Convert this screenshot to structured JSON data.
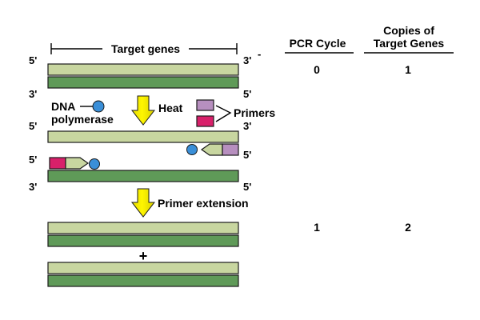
{
  "diagram": {
    "header": {
      "target_genes": "Target genes",
      "pcr_cycle": "PCR Cycle",
      "copies_line1": "Copies of",
      "copies_line2": "Target Genes"
    },
    "ends": {
      "five_prime": "5'",
      "three_prime": "3'",
      "dash": "-"
    },
    "labels": {
      "dna": "DNA",
      "polymerase": "polymerase",
      "heat": "Heat",
      "primers": "Primers",
      "primer_extension": "Primer extension",
      "plus": "+"
    },
    "table": [
      {
        "cycle": "0",
        "copies": "1"
      },
      {
        "cycle": "1",
        "copies": "2"
      }
    ],
    "colors": {
      "strand_light": "#c8d6a0",
      "strand_dark": "#5f9a58",
      "primer_magenta": "#d8206a",
      "primer_purple": "#b78fbf",
      "polymerase_blue": "#3a8fd8",
      "arrow_yellow": "#fff200"
    }
  }
}
